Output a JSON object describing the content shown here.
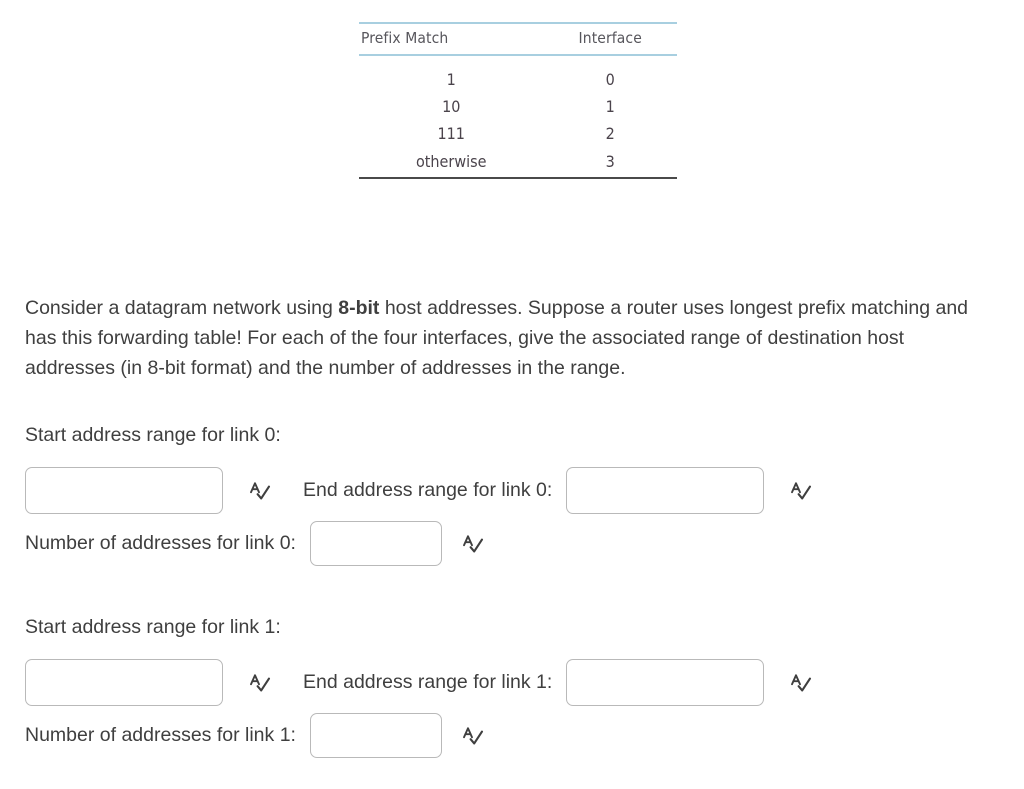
{
  "forwarding_table": {
    "headers": [
      "Prefix Match",
      "Interface"
    ],
    "rows": [
      {
        "prefix": "1",
        "interface": "0"
      },
      {
        "prefix": "10",
        "interface": "1"
      },
      {
        "prefix": "111",
        "interface": "2"
      },
      {
        "prefix": "otherwise",
        "interface": "3"
      }
    ],
    "rule_color_header": "#a8cfe0",
    "rule_color_bottom": "#4a4a4a"
  },
  "question": {
    "text_part1": "Consider a datagram network using ",
    "text_bold1": "8-bit",
    "text_part2": " host addresses. Suppose a router uses longest prefix matching and has this forwarding table! For each of the four interfaces, give the associated range of destination host addresses (in 8-bit format) and the number of addresses in the range."
  },
  "link0": {
    "start_heading": "Start address range for link 0:",
    "start_value": "",
    "start_placeholder": "",
    "end_label": "End address range for link 0:",
    "end_value": "",
    "end_placeholder": "",
    "count_label": "Number of addresses for link 0:",
    "count_value": "",
    "count_placeholder": ""
  },
  "link1": {
    "start_heading": "Start address range for link 1:",
    "start_value": "",
    "start_placeholder": "",
    "end_label": "End address range for link 1:",
    "end_value": "",
    "end_placeholder": "",
    "count_label": "Number of addresses for link 1:",
    "count_value": "",
    "count_placeholder": ""
  },
  "icons": {
    "spellcheck": "spellcheck-icon"
  },
  "colors": {
    "text": "#3f3f3f",
    "input_border": "#b9b9b9",
    "table_header_rule": "#a8cfe0",
    "background": "#ffffff"
  }
}
